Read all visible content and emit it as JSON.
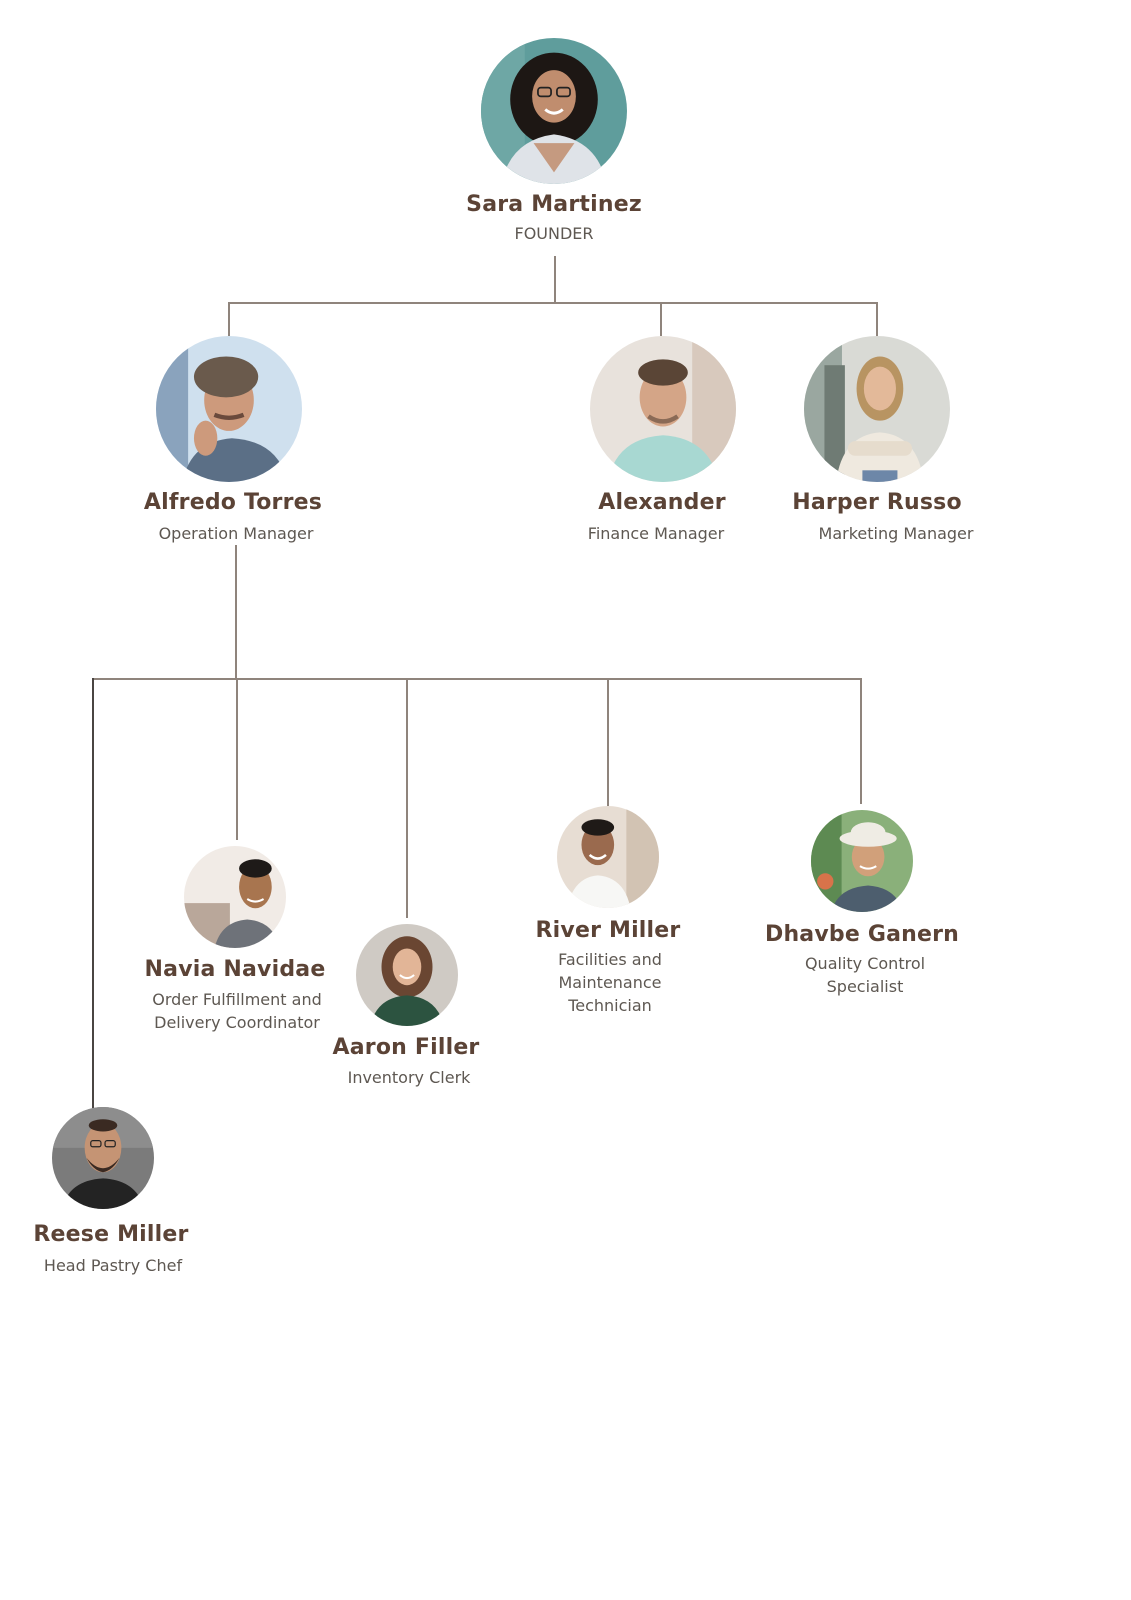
{
  "org_chart": {
    "accent_colors": {
      "name": "#5b4336",
      "role": "#5e5852",
      "connector": "#8f847c"
    },
    "people": [
      {
        "id": "sara-martinez",
        "name": "Sara Martinez",
        "role": "FOUNDER",
        "photo": "woman-curly-hair-glasses",
        "reports_to": ""
      },
      {
        "id": "alfredo-torres",
        "name": "Alfredo Torres",
        "role": "Operation Manager",
        "photo": "man-gray-curly-hair",
        "reports_to": "sara-martinez"
      },
      {
        "id": "alexander",
        "name": "Alexander",
        "role": "Finance Manager",
        "photo": "man-short-hair-light-shirt",
        "reports_to": "sara-martinez"
      },
      {
        "id": "harper-russo",
        "name": "Harper Russo",
        "role": "Marketing Manager",
        "photo": "woman-long-blonde-hair",
        "reports_to": "sara-martinez"
      },
      {
        "id": "navia-navidae",
        "name": "Navia Navidae",
        "role": "Order Fulfillment and\nDelivery Coordinator",
        "photo": "man-short-black-hair",
        "reports_to": "alfredo-torres"
      },
      {
        "id": "aaron-filler",
        "name": "Aaron Filler",
        "role": "Inventory Clerk",
        "photo": "woman-curly-hair-green-top",
        "reports_to": "alfredo-torres"
      },
      {
        "id": "river-miller",
        "name": "River Miller",
        "role": "Facilities and\nMaintenance\nTechnician",
        "photo": "man-chef-white-jacket",
        "reports_to": "alfredo-torres"
      },
      {
        "id": "dhavbe-ganern",
        "name": "Dhavbe Ganern",
        "role": "Quality Control\nSpecialist",
        "photo": "man-bucket-hat",
        "reports_to": "alfredo-torres"
      },
      {
        "id": "reese-miller",
        "name": "Reese Miller",
        "role": "Head Pastry Chef",
        "photo": "man-glasses-beard",
        "reports_to": "alfredo-torres"
      }
    ]
  }
}
